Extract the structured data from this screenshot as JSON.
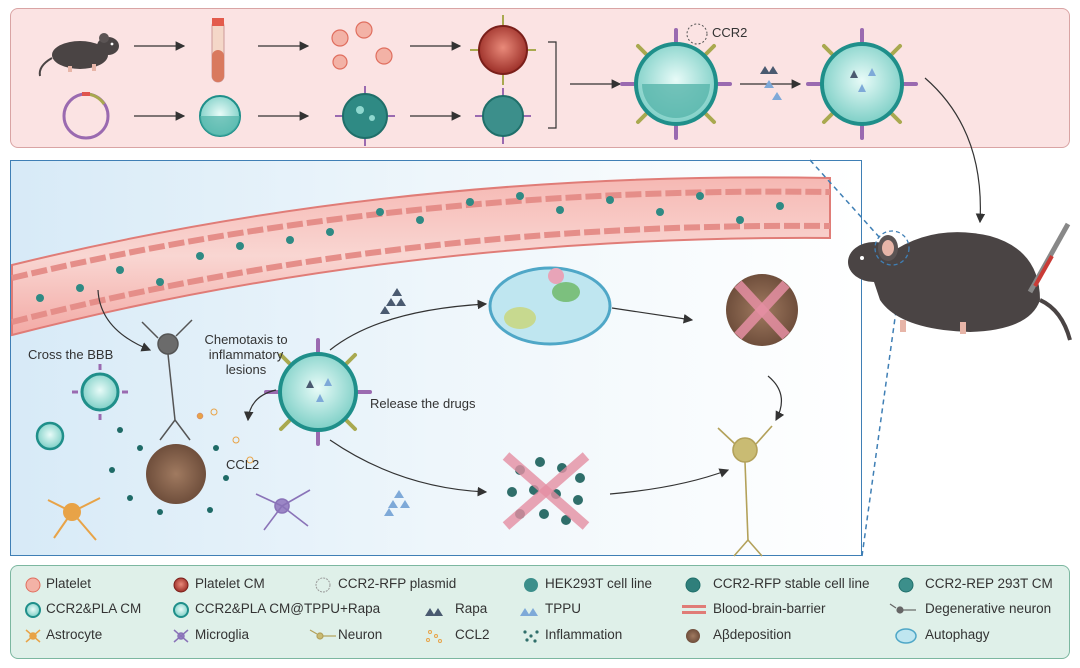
{
  "top": {
    "ccr2_label": "CCR2"
  },
  "main": {
    "cross_bbb": "Cross the BBB",
    "chemotaxis": "Chemotaxis to\ninflammatory\nlesions",
    "release_drugs": "Release the drugs",
    "ccl2": "CCL2"
  },
  "legend": {
    "items": [
      {
        "label": "Platelet",
        "icon": "platelet-icon"
      },
      {
        "label": "Platelet CM",
        "icon": "platelet-cm-icon"
      },
      {
        "label": "CCR2-RFP plasmid",
        "icon": "plasmid-icon"
      },
      {
        "label": "HEK293T cell line",
        "icon": "hek293t-icon"
      },
      {
        "label": "CCR2-RFP stable cell line",
        "icon": "stable-cell-icon"
      },
      {
        "label": "CCR2-REP 293T CM",
        "icon": "cm-293t-icon"
      },
      {
        "label": "CCR2&PLA CM",
        "icon": "ccr2-pla-cm-icon"
      },
      {
        "label": "CCR2&PLA CM@TPPU+Rapa",
        "icon": "loaded-cm-icon"
      },
      {
        "label": "Rapa",
        "icon": "rapa-icon"
      },
      {
        "label": "TPPU",
        "icon": "tppu-icon"
      },
      {
        "label": "Blood-brain-barrier",
        "icon": "bbb-icon"
      },
      {
        "label": "Degenerative neuron",
        "icon": "degenerative-neuron-icon"
      },
      {
        "label": "Astrocyte",
        "icon": "astrocyte-icon"
      },
      {
        "label": "Microglia",
        "icon": "microglia-icon"
      },
      {
        "label": "Neuron",
        "icon": "neuron-icon"
      },
      {
        "label": "CCL2",
        "icon": "ccl2-icon"
      },
      {
        "label": "Inflammation",
        "icon": "inflammation-icon"
      },
      {
        "label": "Aβdeposition",
        "icon": "abeta-icon"
      },
      {
        "label": "Autophagy",
        "icon": "autophagy-icon"
      }
    ]
  },
  "colors": {
    "membrane": "#1f8f8a",
    "core": "#c8f0ec",
    "spike_purple": "#9a6ab0",
    "spike_olive": "#a9a94f",
    "vessel": "#f2a5a0",
    "plaque": "#8a6a55",
    "cross": "#e58fa3"
  }
}
